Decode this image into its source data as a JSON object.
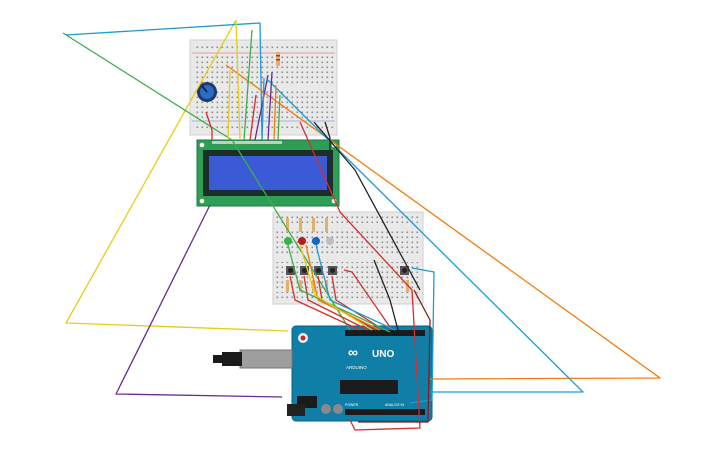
{
  "circuit": {
    "arduino": {
      "brand": "UNO",
      "logo_text": "ARDUINO",
      "pin_header_label_left": "POWER",
      "pin_header_label_right": "ANALOG IN"
    },
    "lcd": {
      "display_color": "#3b5bd6",
      "bezel_color": "#2e9e57"
    },
    "leds": [
      {
        "color_name": "green",
        "hex": "#2fb34a"
      },
      {
        "color_name": "red",
        "hex": "#b71c1c"
      },
      {
        "color_name": "blue",
        "hex": "#1565c0"
      },
      {
        "color_name": "white",
        "hex": "#bdbdbd"
      }
    ],
    "wire_colors": {
      "red": "#d32f2f",
      "orange": "#ef7d0b",
      "yellow": "#e8cc1a",
      "green": "#3fae49",
      "cyan": "#1e9bd2",
      "purple": "#6a2c8e",
      "black": "#222222",
      "dark_red": "#8b1a1a"
    }
  }
}
